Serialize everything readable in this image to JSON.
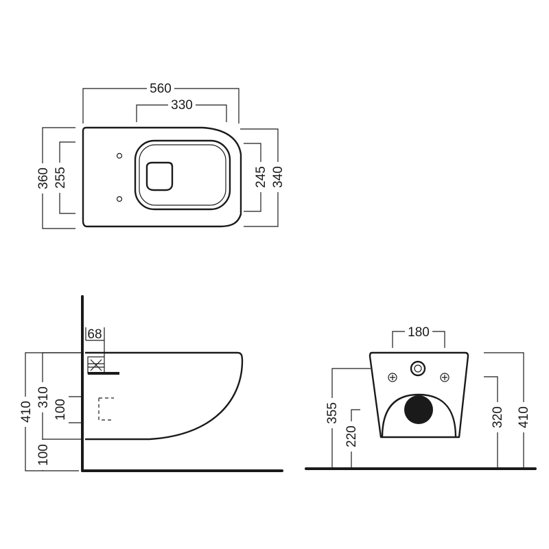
{
  "top_view": {
    "overall_width": "560",
    "seat_width": "330",
    "overall_depth": "360",
    "inner_depth": "255",
    "rim_depth": "245",
    "front_depth": "340"
  },
  "side_view": {
    "wall_offset": "68",
    "total_height": "410",
    "bowl_height": "310",
    "outlet_height": "100",
    "floor_clearance": "100"
  },
  "rear_view": {
    "fixing_spacing": "180",
    "left_height": "355",
    "outlet_center": "220",
    "right_height": "320",
    "total_height": "410"
  }
}
